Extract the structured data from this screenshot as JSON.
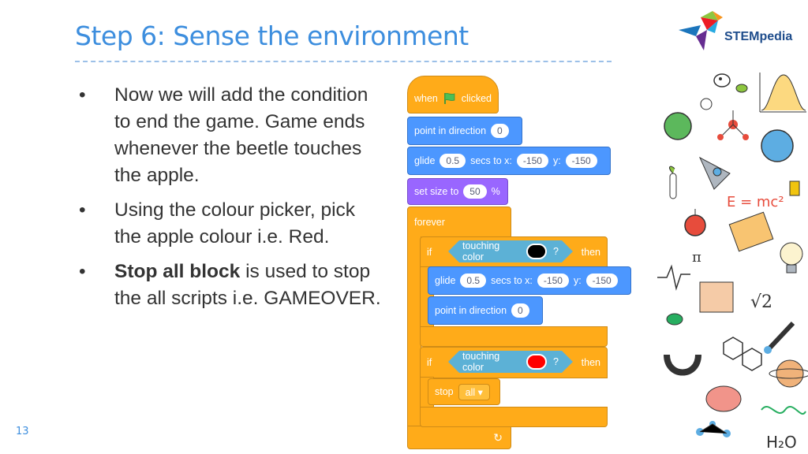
{
  "slide": {
    "title": "Step 6: Sense the environment",
    "page_number": "13",
    "logo_text": "STEMpedia",
    "bullets": [
      {
        "text": "Now we will add the condition to end the game. Game ends whenever the beetle touches the apple."
      },
      {
        "text": "Using the colour picker, pick the apple colour i.e. Red."
      },
      {
        "bold": "Stop all block",
        "text": " is used to stop the all scripts i.e. GAMEOVER."
      }
    ]
  },
  "scratch": {
    "hat": {
      "label1": "when",
      "label2": "clicked"
    },
    "point1": {
      "label": "point in direction",
      "value": "0"
    },
    "glide1": {
      "label1": "glide",
      "secs": "0.5",
      "label2": "secs to x:",
      "x": "-150",
      "label3": "y:",
      "y": "-150"
    },
    "size": {
      "label1": "set size to",
      "value": "50",
      "label2": "%"
    },
    "forever": {
      "label": "forever"
    },
    "if1": {
      "if": "if",
      "sense": "touching color",
      "q": "?",
      "then": "then",
      "color": "#000000"
    },
    "glide2": {
      "label1": "glide",
      "secs": "0.5",
      "label2": "secs to x:",
      "x": "-150",
      "label3": "y:",
      "y": "-150"
    },
    "point2": {
      "label": "point in direction",
      "value": "0"
    },
    "if2": {
      "if": "if",
      "sense": "touching color",
      "q": "?",
      "then": "then",
      "color": "#ff0000"
    },
    "stop": {
      "label": "stop",
      "option": "all"
    }
  },
  "doodles": {
    "formula1": "E = mc²",
    "pi": "π",
    "sqrt": "√2",
    "h2o": "H₂O"
  },
  "colors": {
    "title": "#3d8ede",
    "motion": "#4c97ff",
    "looks": "#9966ff",
    "control": "#ffab19",
    "sensing": "#5cb1d6"
  }
}
